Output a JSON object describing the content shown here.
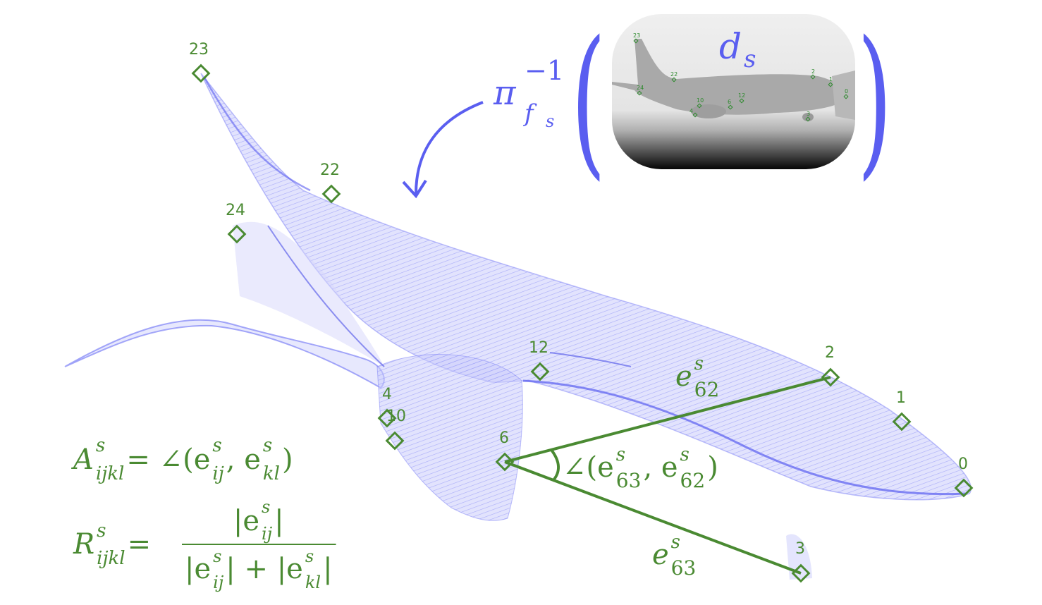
{
  "colors": {
    "keypoint": "#4a8a32",
    "cloud": "#6a6ff5",
    "projection": "#5a5ef0"
  },
  "keypoints": {
    "k0": "0",
    "k1": "1",
    "k2": "2",
    "k3": "3",
    "k4": "4",
    "k6": "6",
    "k10": "10",
    "k12": "12",
    "k22": "22",
    "k23": "23",
    "k24": "24"
  },
  "inset": {
    "label_d": "d",
    "label_sub": "s"
  },
  "projection": {
    "pi": "π",
    "sup": "−1",
    "sub_f": "f",
    "sub_s": "s",
    "open_paren": "(",
    "close_paren": ")"
  },
  "edges": {
    "e62": {
      "e": "e",
      "sup": "s",
      "sub": "62"
    },
    "e63": {
      "e": "e",
      "sup": "s",
      "sub": "63"
    },
    "angle": {
      "text": "∠(e",
      "sup1": "s",
      "sub1": "63",
      "mid": ", e",
      "sup2": "s",
      "sub2": "62",
      "close": ")"
    }
  },
  "formula_A": {
    "lhs": "A",
    "sup": "s",
    "sub": "ijkl",
    "eq": " = ∠(e",
    "sup1": "s",
    "sub1": "ij",
    "mid": ", e",
    "sup2": "s",
    "sub2": "kl",
    "close": ")"
  },
  "formula_R": {
    "lhs": "R",
    "sup": "s",
    "sub": "ijkl",
    "eq": "=",
    "num": "|e",
    "num_sup": "s",
    "num_sub": "ij",
    "num_close": "|",
    "den1": "|e",
    "den_sup1": "s",
    "den_sub1": "ij",
    "den_mid": "| + |e",
    "den_sup2": "s",
    "den_sub2": "kl",
    "den_close": "|"
  }
}
